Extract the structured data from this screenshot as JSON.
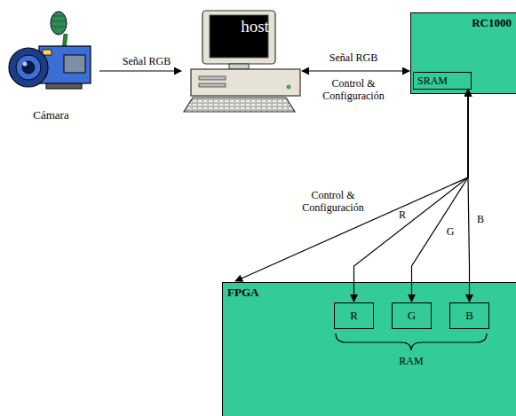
{
  "diagram": {
    "nodes": [
      {
        "text": [
          "Cámara"
        ]
      },
      {
        "text": [
          "host"
        ]
      },
      {
        "text": [
          "RC1000"
        ]
      },
      {
        "text": [
          "SRAM"
        ],
        "in": 2
      },
      {
        "text": [
          "FPGA"
        ]
      },
      {
        "text": [
          "R"
        ],
        "in": 4
      },
      {
        "text": [
          "G"
        ],
        "in": 4
      },
      {
        "text": [
          "B"
        ],
        "in": 4
      }
    ],
    "edges": [
      {
        "from": 0,
        "to": 1,
        "arrow": "to",
        "label": "Señal RGB"
      },
      {
        "from": 1,
        "to": 2,
        "arrow": "both",
        "label": "Señal RGB"
      },
      {
        "from": 3,
        "to": 4,
        "arrow": "both",
        "label": "Control & Configuración"
      },
      {
        "from": 3,
        "to": 5,
        "arrow": "both",
        "label": "R"
      },
      {
        "from": 3,
        "to": 6,
        "arrow": "both",
        "label": "G"
      },
      {
        "from": 3,
        "to": 7,
        "arrow": "both",
        "label": "B"
      }
    ],
    "labels": [
      "Control & Configuración",
      "RAM"
    ]
  }
}
